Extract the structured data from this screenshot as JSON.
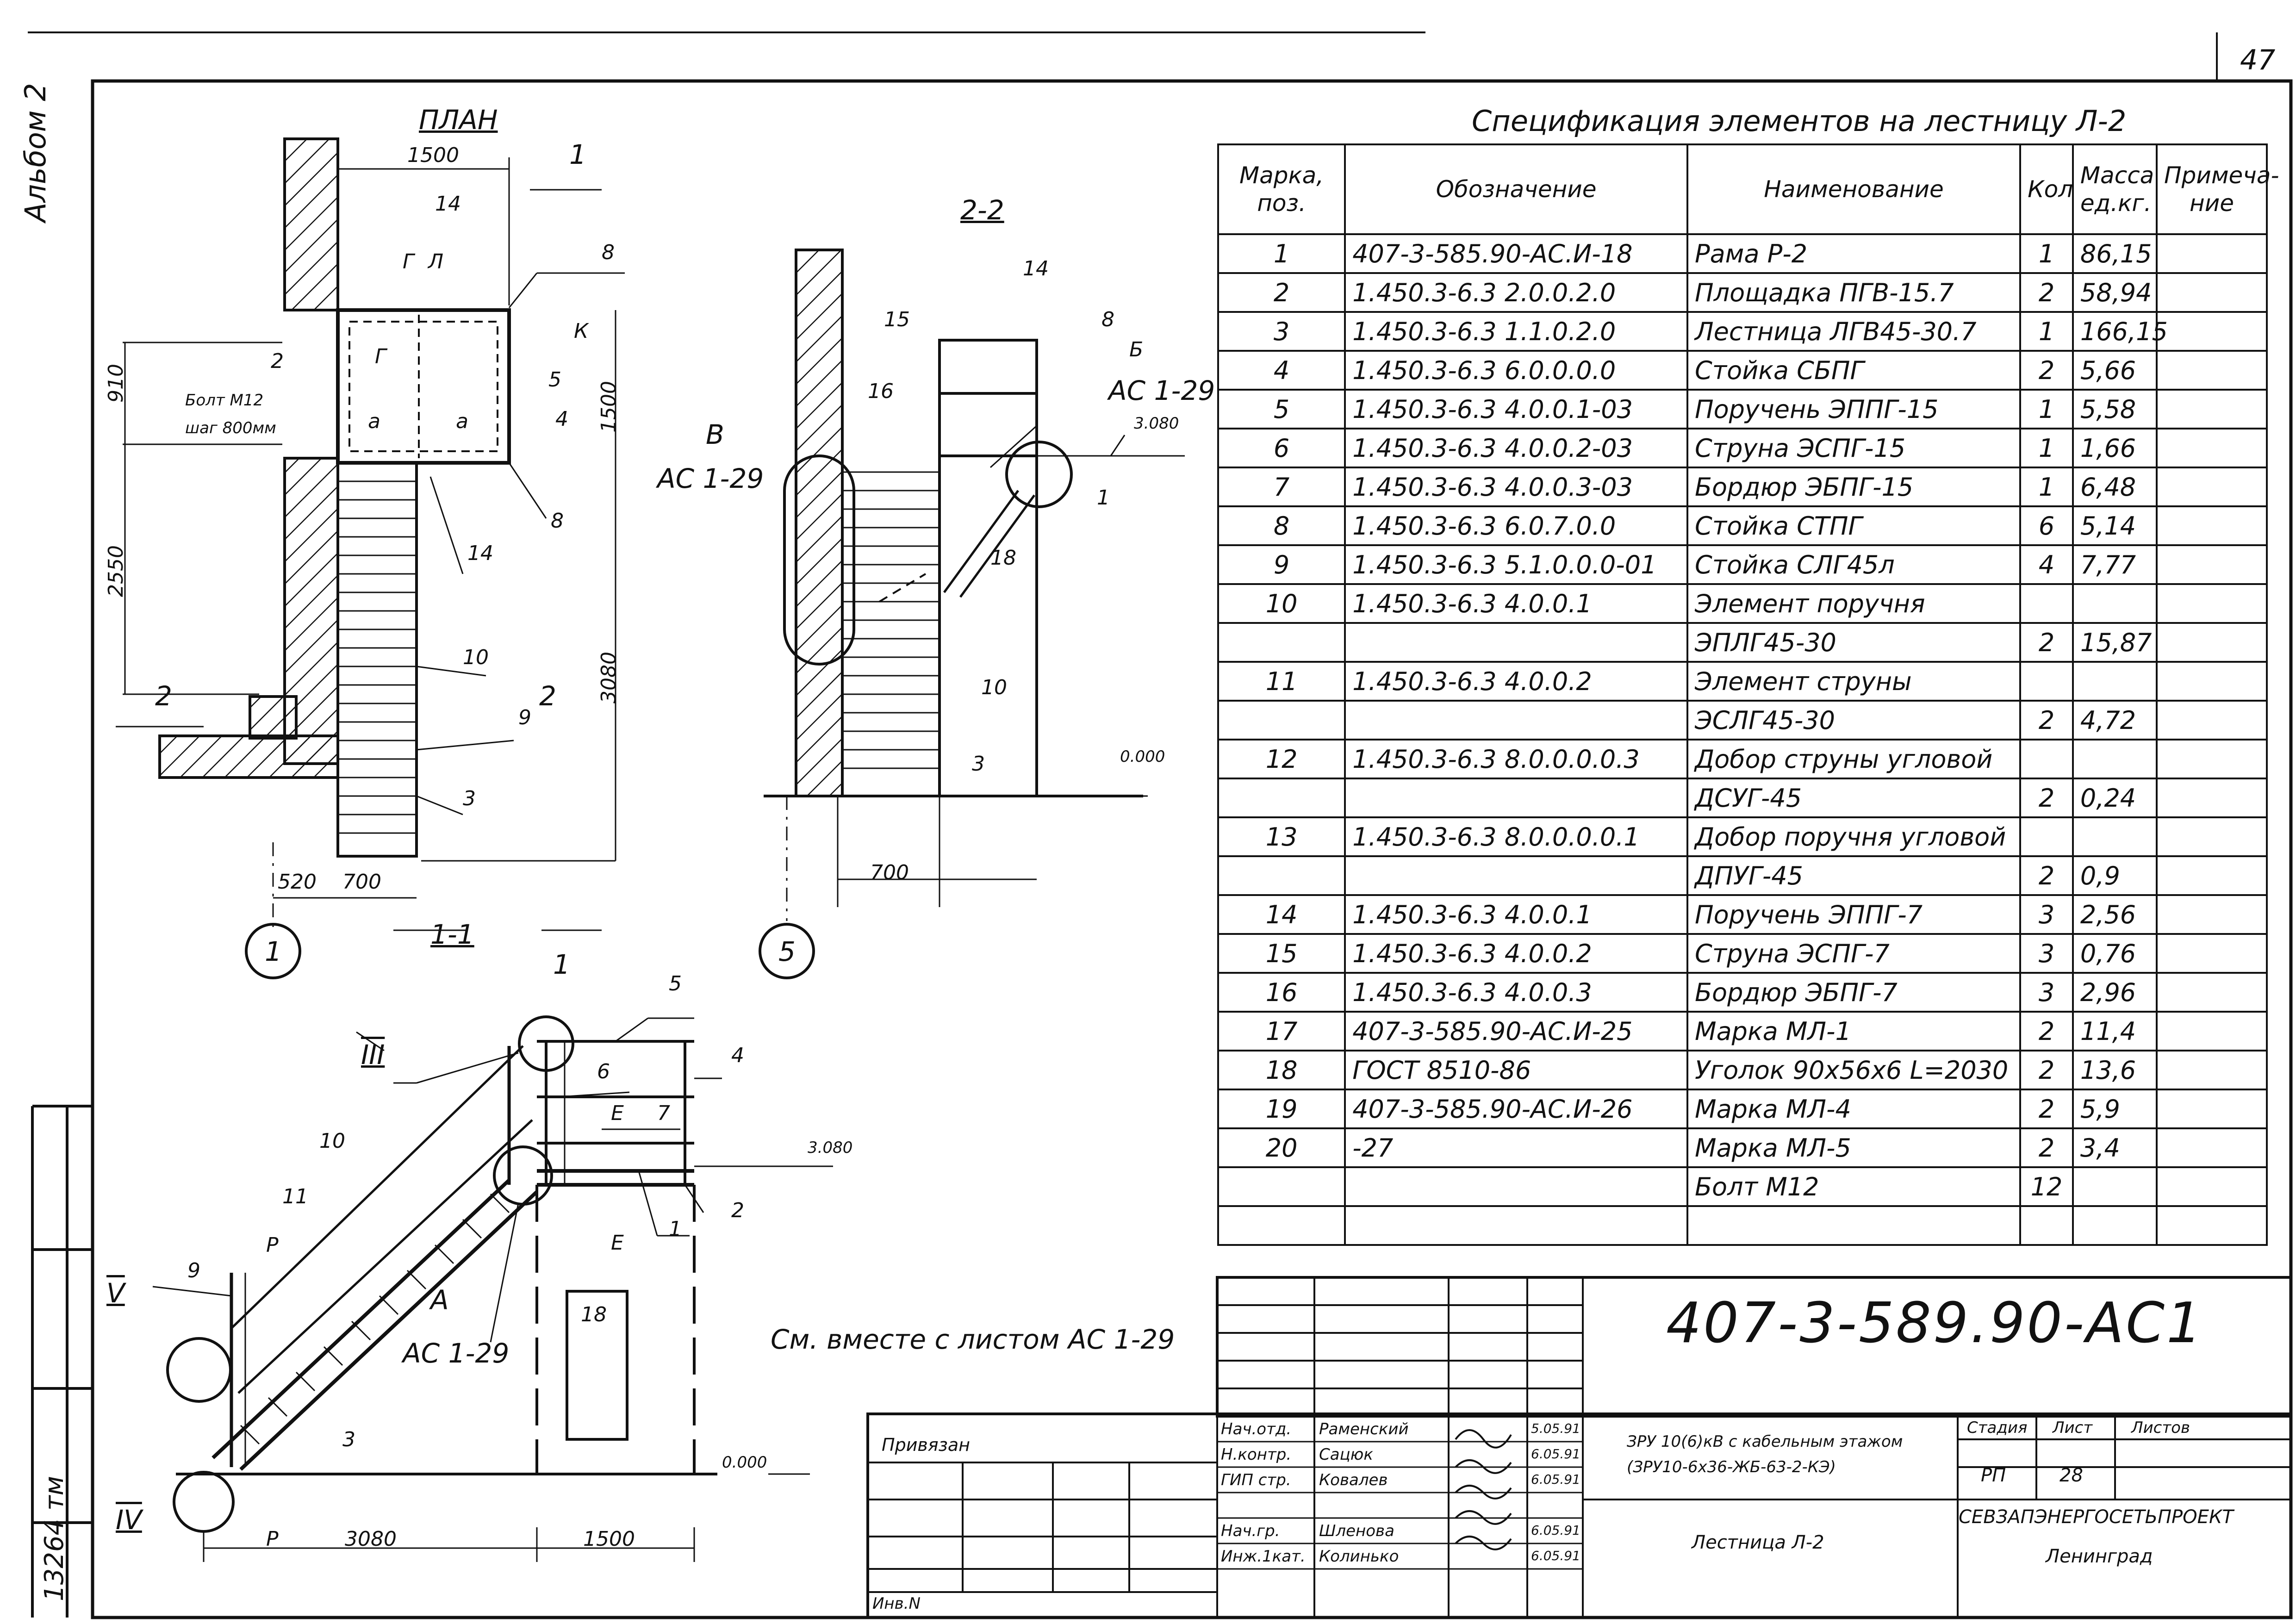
{
  "sheet": {
    "album_label": "Альбом 2",
    "corner_number": "47",
    "side_stamp": "13264 тм"
  },
  "views": {
    "plan_title": "ПЛАН",
    "section22_title": "2-2",
    "section11_title": "1-1",
    "section_marker_1": "1",
    "section_marker_2": "2",
    "axis_1": "1",
    "axis_5": "5",
    "note": "См. вместе с листом АС 1-29",
    "plan_labels": {
      "dim_1500_top": "1500",
      "dim_910": "910",
      "dim_1500_side": "1500",
      "dim_2550": "2550",
      "dim_3080": "3080",
      "dim_520": "520",
      "dim_700": "700",
      "bolt": "Болт М12",
      "bolt_step": "шаг 800мм",
      "mark_G": "Г",
      "mark_L": "Л",
      "mark_K": "К",
      "mark_a": "а",
      "pos_14": "14",
      "pos_8": "8",
      "pos_2": "2",
      "pos_5": "5",
      "pos_4": "4",
      "pos_10": "10",
      "pos_9": "9",
      "pos_3": "3"
    },
    "sec22_labels": {
      "pos_14": "14",
      "pos_15": "15",
      "pos_16": "16",
      "pos_8": "8",
      "mark_B": "Б",
      "ac_ref": "АС 1-29",
      "elev_top": "3.080",
      "mark_V": "В",
      "pos_1": "1",
      "pos_18": "18",
      "pos_10": "10",
      "pos_3": "3",
      "elev_zero": "0.000",
      "dim_700": "700"
    },
    "sec11_labels": {
      "node_III": "III",
      "node_V": "V",
      "node_IV": "IV",
      "pos_5": "5",
      "pos_6": "6",
      "pos_4": "4",
      "pos_7": "7",
      "mark_E": "Е",
      "elev_top": "3.080",
      "pos_1": "1",
      "pos_2": "2",
      "pos_10": "10",
      "pos_11": "11",
      "pos_9": "9",
      "mark_P": "Р",
      "mark_A": "А",
      "ac_ref": "АС 1-29",
      "pos_18": "18",
      "pos_3": "3",
      "elev_zero": "0.000",
      "dim_3080": "3080",
      "dim_1500": "1500"
    }
  },
  "spec": {
    "title": "Спецификация элементов на лестницу Л-2",
    "headers": [
      "Марка, поз.",
      "Обозначение",
      "Наименование",
      "Кол",
      "Масса ед.кг.",
      "Примеча- ние"
    ],
    "rows": [
      [
        "1",
        "407-3-585.90-АС.И-18",
        "Рама Р-2",
        "1",
        "86,15",
        ""
      ],
      [
        "2",
        "1.450.3-6.3 2.0.0.2.0",
        "Площадка ПГВ-15.7",
        "2",
        "58,94",
        ""
      ],
      [
        "3",
        "1.450.3-6.3 1.1.0.2.0",
        "Лестница ЛГВ45-30.7",
        "1",
        "166,15",
        ""
      ],
      [
        "4",
        "1.450.3-6.3 6.0.0.0.0",
        "Стойка СБПГ",
        "2",
        "5,66",
        ""
      ],
      [
        "5",
        "1.450.3-6.3 4.0.0.1-03",
        "Поручень ЭППГ-15",
        "1",
        "5,58",
        ""
      ],
      [
        "6",
        "1.450.3-6.3 4.0.0.2-03",
        "Струна ЭСПГ-15",
        "1",
        "1,66",
        ""
      ],
      [
        "7",
        "1.450.3-6.3 4.0.0.3-03",
        "Бордюр ЭБПГ-15",
        "1",
        "6,48",
        ""
      ],
      [
        "8",
        "1.450.3-6.3 6.0.7.0.0",
        "Стойка СТПГ",
        "6",
        "5,14",
        ""
      ],
      [
        "9",
        "1.450.3-6.3 5.1.0.0.0-01",
        "Стойка СЛГ45л",
        "4",
        "7,77",
        ""
      ],
      [
        "10",
        "1.450.3-6.3 4.0.0.1",
        "Элемент поручня",
        "",
        "",
        ""
      ],
      [
        "",
        "",
        "ЭПЛГ45-30",
        "2",
        "15,87",
        ""
      ],
      [
        "11",
        "1.450.3-6.3 4.0.0.2",
        "Элемент струны",
        "",
        "",
        ""
      ],
      [
        "",
        "",
        "ЭСЛГ45-30",
        "2",
        "4,72",
        ""
      ],
      [
        "12",
        "1.450.3-6.3 8.0.0.0.0.3",
        "Добор струны угловой",
        "",
        "",
        ""
      ],
      [
        "",
        "",
        "ДСУГ-45",
        "2",
        "0,24",
        ""
      ],
      [
        "13",
        "1.450.3-6.3 8.0.0.0.0.1",
        "Добор поручня угловой",
        "",
        "",
        ""
      ],
      [
        "",
        "",
        "ДПУГ-45",
        "2",
        "0,9",
        ""
      ],
      [
        "14",
        "1.450.3-6.3 4.0.0.1",
        "Поручень ЭППГ-7",
        "3",
        "2,56",
        ""
      ],
      [
        "15",
        "1.450.3-6.3 4.0.0.2",
        "Струна ЭСПГ-7",
        "3",
        "0,76",
        ""
      ],
      [
        "16",
        "1.450.3-6.3 4.0.0.3",
        "Бордюр ЭБПГ-7",
        "3",
        "2,96",
        ""
      ],
      [
        "17",
        "407-3-585.90-АС.И-25",
        "Марка МЛ-1",
        "2",
        "11,4",
        ""
      ],
      [
        "18",
        "ГОСТ 8510-86",
        "Уголок 90х56х6 L=2030",
        "2",
        "13,6",
        ""
      ],
      [
        "19",
        "407-3-585.90-АС.И-26",
        "Марка МЛ-4",
        "2",
        "5,9",
        ""
      ],
      [
        "20",
        "-27",
        "Марка МЛ-5",
        "2",
        "3,4",
        ""
      ],
      [
        "",
        "",
        "Болт М12",
        "12",
        "",
        ""
      ],
      [
        "",
        "",
        "",
        "",
        "",
        ""
      ]
    ]
  },
  "titleblock": {
    "doc_code": "407-3-589.90-АС1",
    "linked": "Привязан",
    "inv": "Инв.N",
    "roles": [
      {
        "role": "Нач.отд.",
        "name": "Раменский",
        "date": "5.05.91"
      },
      {
        "role": "Н.контр.",
        "name": "Сацюк",
        "date": "6.05.91"
      },
      {
        "role": "ГИП стр.",
        "name": "Ковалев",
        "date": "6.05.91"
      },
      {
        "role": "Нач.гр.",
        "name": "Шленова",
        "date": "6.05.91"
      },
      {
        "role": "Инж.1кат.",
        "name": "Колинько",
        "date": "6.05.91"
      }
    ],
    "project_line1": "ЗРУ 10(6)кВ с кабельным этажом",
    "project_line2": "(ЗРУ10-6х36-ЖБ-63-2-КЭ)",
    "sheet_name": "Лестница Л-2",
    "stage_label": "Стадия",
    "sheet_label": "Лист",
    "sheets_label": "Листов",
    "stage": "РП",
    "sheet_no": "28",
    "org": "СЕВЗАПЭНЕРГОСЕТЬПРОЕКТ",
    "city": "Ленинград"
  }
}
